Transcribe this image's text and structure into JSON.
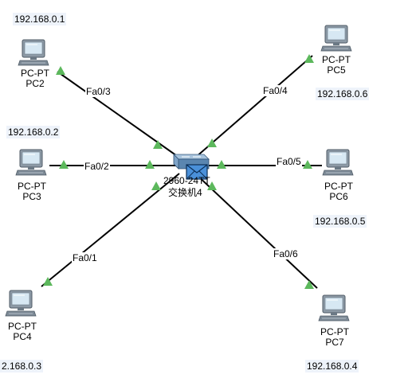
{
  "topology": {
    "switch": {
      "model": "2960-24TT",
      "name": "交换机4"
    },
    "pcs": [
      {
        "id": "pc2",
        "type": "PC-PT",
        "name": "PC2",
        "ip": "192.168.0.1",
        "port": "Fa0/3"
      },
      {
        "id": "pc3",
        "type": "PC-PT",
        "name": "PC3",
        "ip": "192.168.0.2",
        "port": "Fa0/2"
      },
      {
        "id": "pc4",
        "type": "PC-PT",
        "name": "PC4",
        "ip": "2.168.0.3",
        "port": "Fa0/1"
      },
      {
        "id": "pc5",
        "type": "PC-PT",
        "name": "PC5",
        "ip": "192.168.0.6",
        "port": "Fa0/4"
      },
      {
        "id": "pc6",
        "type": "PC-PT",
        "name": "PC6",
        "ip": "192.168.0.5",
        "port": "Fa0/5"
      },
      {
        "id": "pc7",
        "type": "PC-PT",
        "name": "PC7",
        "ip": "192.168.0.4",
        "port": "Fa0/6"
      }
    ]
  },
  "icons": {
    "pc": "pc-workstation-icon",
    "switch": "switch-icon",
    "envelope": "envelope-pdu-icon",
    "link_status": "link-up-triangle-icon"
  },
  "colors": {
    "link": "#000000",
    "link_up": "#5cb85c",
    "monitor_frame": "#8d9aa6",
    "monitor_screen": "#cfe3f1",
    "ip_bg": "#eef3fa"
  }
}
